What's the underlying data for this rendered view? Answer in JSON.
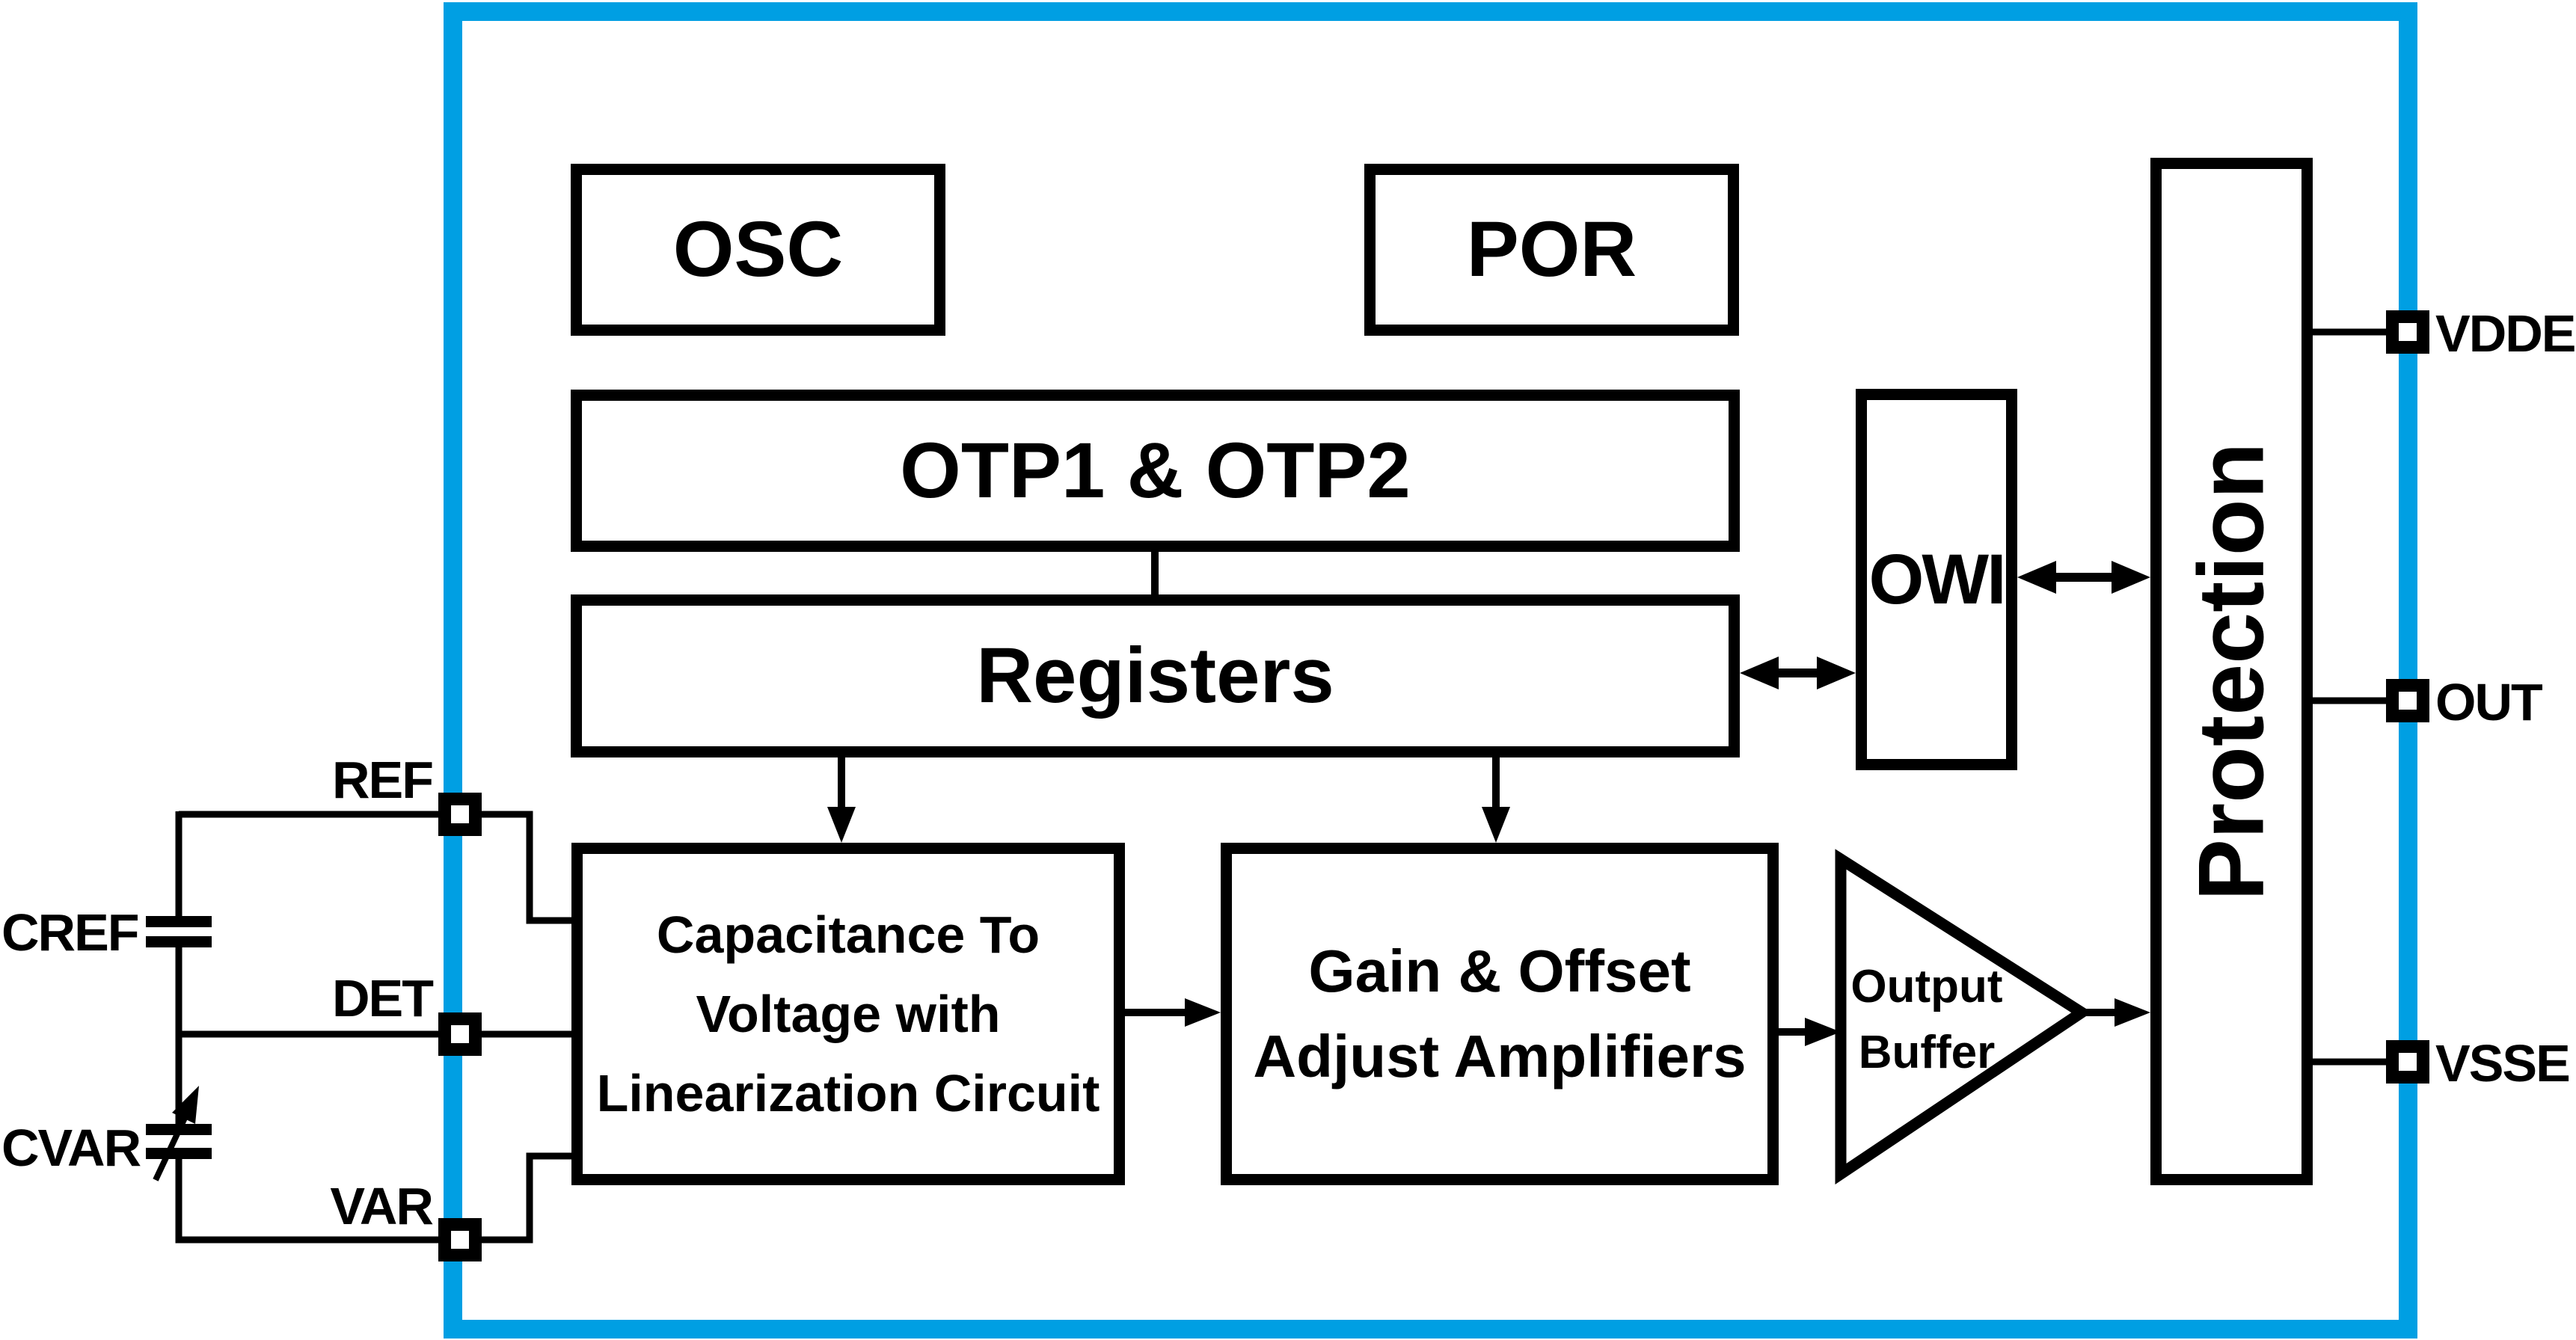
{
  "blocks": {
    "osc": "OSC",
    "por": "POR",
    "otp": "OTP1 & OTP2",
    "registers": "Registers",
    "owi": "OWI",
    "protection": "Protection",
    "c2v": {
      "line1": "Capacitance To",
      "line2": "Voltage with",
      "line3": "Linearization Circuit"
    },
    "gain": {
      "line1": "Gain & Offset",
      "line2": "Adjust Amplifiers"
    },
    "buffer": {
      "line1": "Output",
      "line2": "Buffer"
    }
  },
  "pins": {
    "ref": "REF",
    "det": "DET",
    "var": "VAR",
    "vdde": "VDDE",
    "out": "OUT",
    "vsse": "VSSE"
  },
  "external": {
    "cref": "CREF",
    "cvar": "CVAR"
  },
  "colors": {
    "chip_border": "#009FE3",
    "line": "#000000",
    "background": "#FFFFFF"
  }
}
